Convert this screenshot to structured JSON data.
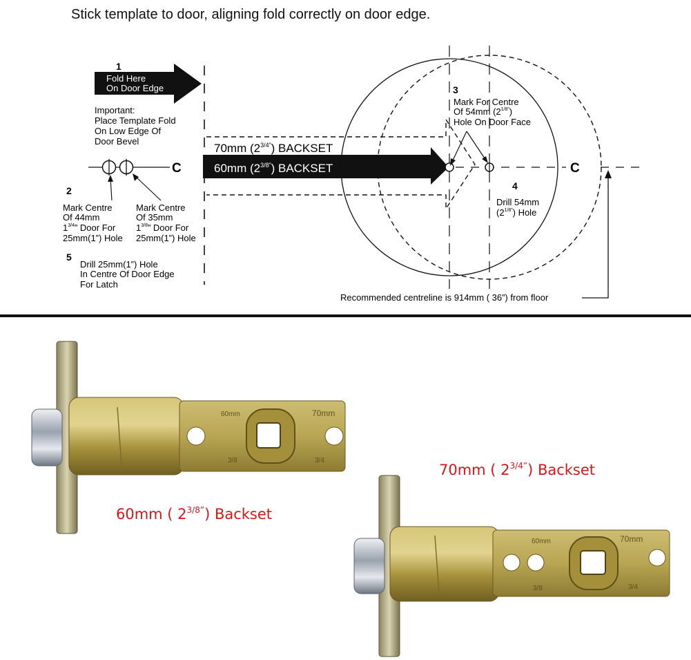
{
  "instruction": "Stick template to door, aligning fold correctly on door edge.",
  "step1": {
    "num": "1",
    "arrow_line1": "Fold Here",
    "arrow_line2": "On Door Edge",
    "important_lines": [
      "Important:",
      "Place Template Fold",
      "On Low Edge Of",
      "Door Bevel"
    ]
  },
  "step2": {
    "num": "2",
    "left_lines": [
      "Mark Centre",
      "Of 44mm",
      "1",
      "3/4",
      "” Door For",
      "25mm(1”) Hole"
    ],
    "right_lines": [
      "Mark Centre",
      "Of 35mm",
      "1",
      "3/8",
      "” Door For",
      "25mm(1”) Hole"
    ]
  },
  "step5": {
    "num": "5",
    "lines": [
      "Drill 25mm(1”) Hole",
      "In Centre Of Door Edge",
      "For Latch"
    ]
  },
  "backset": {
    "b70_pre": "70mm (2",
    "b70_sup": "3/4”",
    "b70_post": ") BACKSET",
    "b60_pre": "60mm (2",
    "b60_sup": "3/8”",
    "b60_post": ") BACKSET"
  },
  "step3": {
    "num": "3",
    "line1": "Mark For Centre",
    "line2_pre": "Of 54mm (2",
    "line2_sup": "1/8”",
    "line2_post": ")",
    "line3": "Hole On Door Face"
  },
  "step4": {
    "num": "4",
    "line1": "Drill 54mm",
    "line2_pre": "(2",
    "line2_sup": "1/8”",
    "line2_post": ") Hole"
  },
  "centre_marks": [
    "C",
    "C"
  ],
  "centreline_note": "Recommended centreline is 914mm ( 36”) from floor",
  "latch_labels": {
    "l60_pre": "60mm ( 2",
    "l60_sup": "3/8”",
    "l60_post": ") Backset",
    "l70_pre": "70mm ( 2",
    "l70_sup": "3/4”",
    "l70_post": ") Backset"
  },
  "latch_engraving": {
    "small": "60mm",
    "large": "70mm",
    "frac_a": "3/8",
    "frac_b": "3/4"
  },
  "colors": {
    "ink": "#111111",
    "label_red": "#d9151b",
    "brass": "#b9a449",
    "brass_dark": "#7d6d28",
    "chrome": "#c9ccd2"
  }
}
